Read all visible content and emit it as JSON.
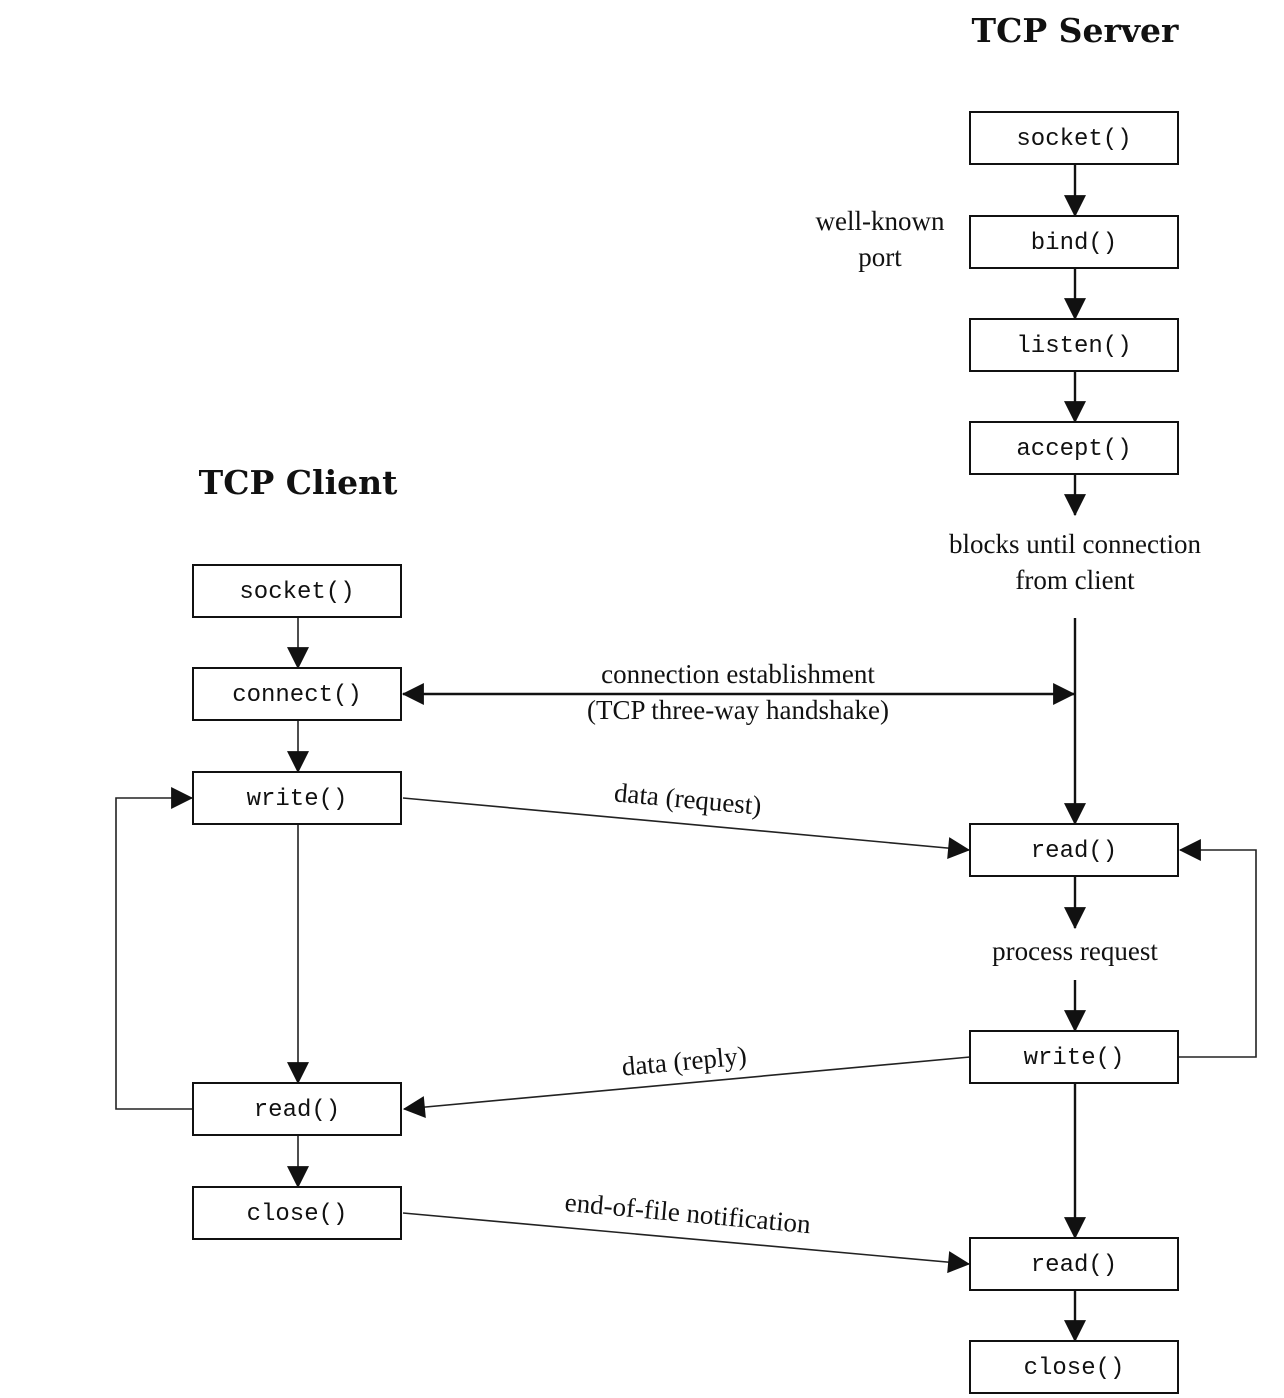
{
  "server": {
    "title": "TCP Server",
    "socket": "socket()",
    "bind": "bind()",
    "listen": "listen()",
    "accept": "accept()",
    "read1": "read()",
    "write": "write()",
    "read2": "read()",
    "close": "close()",
    "note_port_line1": "well-known",
    "note_port_line2": "port",
    "note_block_line1": "blocks until connection",
    "note_block_line2": "from client",
    "note_process": "process request"
  },
  "client": {
    "title": "TCP Client",
    "socket": "socket()",
    "connect": "connect()",
    "write": "write()",
    "read": "read()",
    "close": "close()"
  },
  "messages": {
    "connect_line1": "connection establishment",
    "connect_line2": "(TCP three-way handshake)",
    "request": "data (request)",
    "reply": "data (reply)",
    "eof": "end-of-file notification"
  }
}
